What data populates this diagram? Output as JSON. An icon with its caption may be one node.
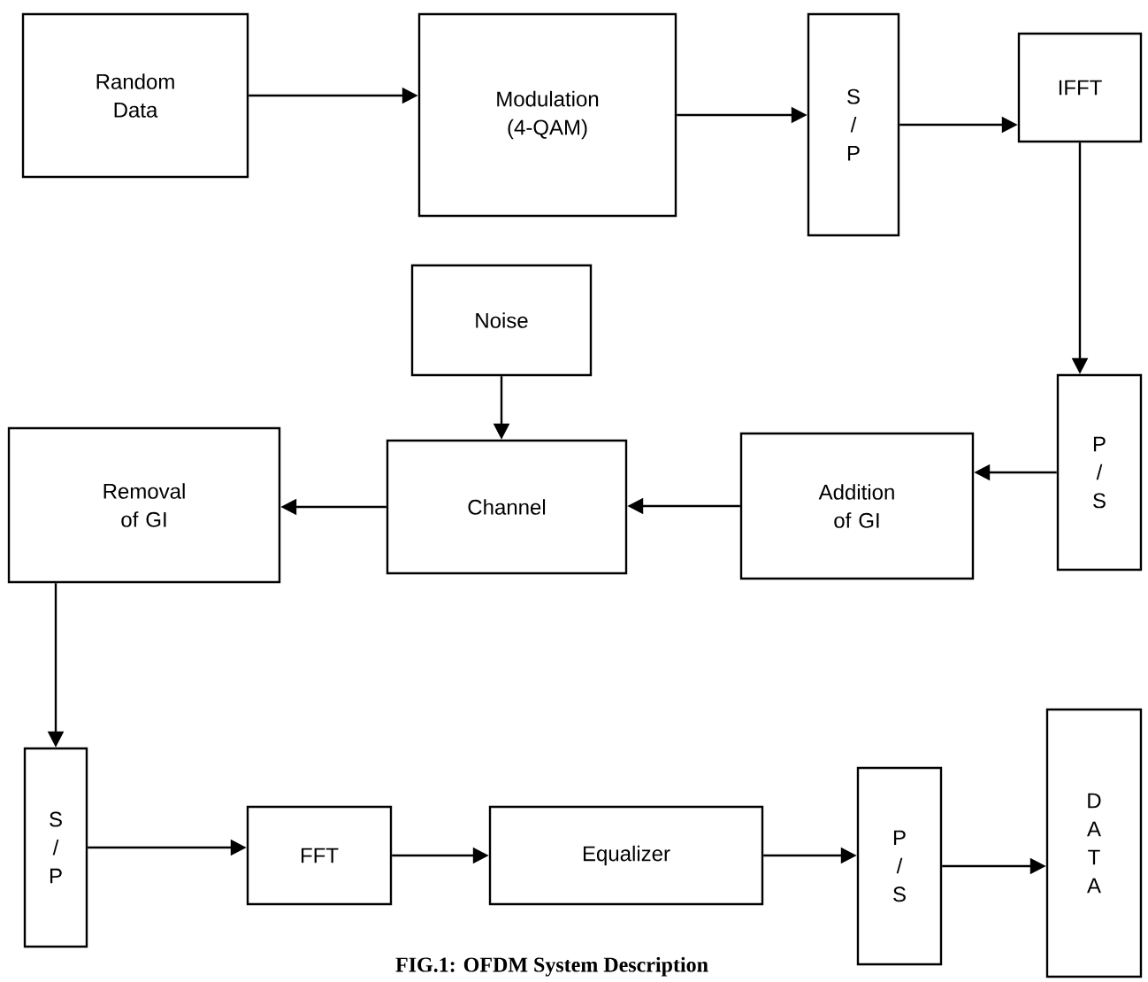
{
  "diagram": {
    "caption": "FIG.1: OFDM System Description",
    "nodes": [
      {
        "text": [
          "Random Data"
        ]
      },
      {
        "text": [
          "Modulation (4-QAM)"
        ]
      },
      {
        "text": [
          "S / P"
        ]
      },
      {
        "text": [
          "IFFT"
        ]
      },
      {
        "text": [
          "P / S"
        ]
      },
      {
        "text": [
          "Addition of GI"
        ]
      },
      {
        "text": [
          "Channel"
        ]
      },
      {
        "text": [
          "Noise"
        ]
      },
      {
        "text": [
          "Removal of GI"
        ]
      },
      {
        "text": [
          "S / P"
        ]
      },
      {
        "text": [
          "FFT"
        ]
      },
      {
        "text": [
          "Equalizer"
        ]
      },
      {
        "text": [
          "P / S"
        ]
      },
      {
        "text": [
          "D A T A"
        ]
      }
    ],
    "edges": [
      {
        "from": 0,
        "to": 1,
        "arrow": "to"
      },
      {
        "from": 1,
        "to": 2,
        "arrow": "to"
      },
      {
        "from": 2,
        "to": 3,
        "arrow": "to"
      },
      {
        "from": 3,
        "to": 4,
        "arrow": "to"
      },
      {
        "from": 4,
        "to": 5,
        "arrow": "to"
      },
      {
        "from": 5,
        "to": 6,
        "arrow": "to"
      },
      {
        "from": 7,
        "to": 6,
        "arrow": "to"
      },
      {
        "from": 6,
        "to": 8,
        "arrow": "to"
      },
      {
        "from": 8,
        "to": 9,
        "arrow": "to"
      },
      {
        "from": 9,
        "to": 10,
        "arrow": "to"
      },
      {
        "from": 10,
        "to": 11,
        "arrow": "to"
      },
      {
        "from": 11,
        "to": 12,
        "arrow": "to"
      },
      {
        "from": 12,
        "to": 13,
        "arrow": "to"
      }
    ]
  }
}
